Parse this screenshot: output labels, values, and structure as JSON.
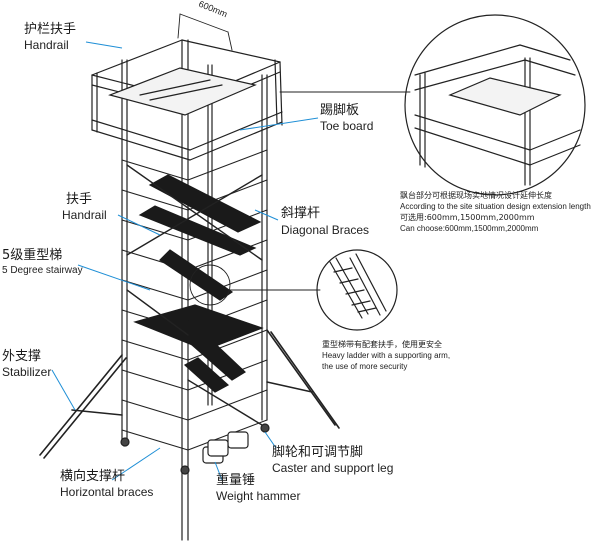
{
  "dimension": "600mm",
  "labels": {
    "handrail_top": {
      "zh": "护栏扶手",
      "en": "Handrail"
    },
    "toe_board": {
      "zh": "踢脚板",
      "en": "Toe board"
    },
    "handrail_mid": {
      "zh": "扶手",
      "en": "Handrail"
    },
    "diagonal_braces": {
      "zh": "斜撑杆",
      "en": "Diagonal Braces"
    },
    "stairway": {
      "zh": "5级重型梯",
      "en": "5 Degree stairway"
    },
    "stabilizer": {
      "zh": "外支撑",
      "en": "Stabilizer"
    },
    "horizontal_braces": {
      "zh": "横向支撑杆",
      "en": "Horizontal braces"
    },
    "weight_hammer": {
      "zh": "重量锤",
      "en": "Weight hammer"
    },
    "caster": {
      "zh": "脚轮和可调节脚",
      "en": "Caster and support leg"
    }
  },
  "extension_note": {
    "zh": "飘台部分可根据现场实地情况设计延伸长度",
    "en": "According to the site situation design extension length",
    "choose_zh": "可选用:600mm,1500mm,2000mm",
    "choose_en": "Can choose:600mm,1500mm,2000mm"
  },
  "ladder_note": {
    "zh": "重型梯带有配套扶手，使用更安全",
    "en1": "Heavy ladder with a supporting arm,",
    "en2": "the use of more security"
  },
  "colors": {
    "leader_line": "#1f8fd6",
    "line_art": "#222222",
    "dark_panel": "#1a1a1a"
  }
}
